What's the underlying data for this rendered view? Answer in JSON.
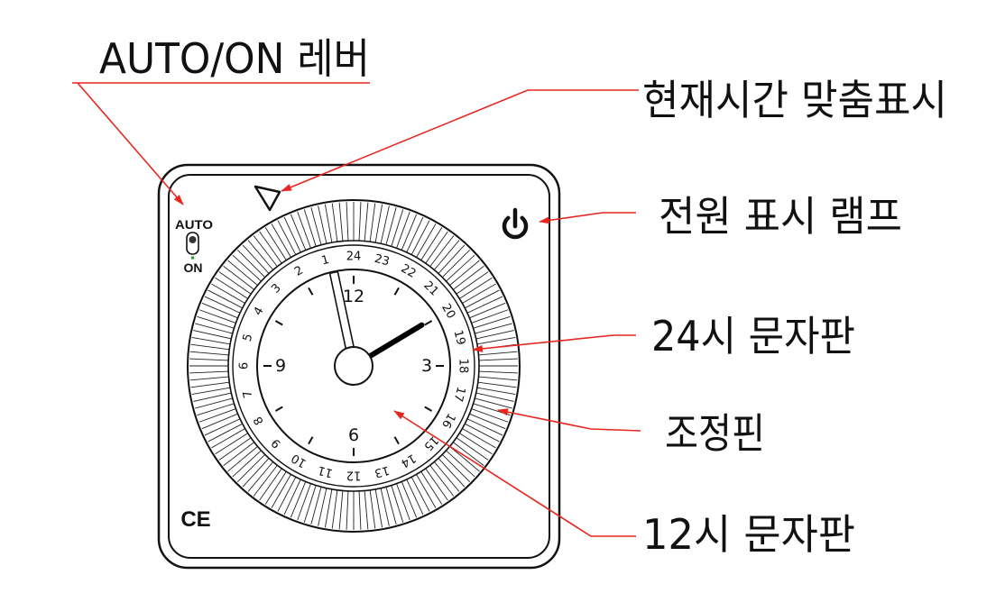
{
  "labels": {
    "auto_on_lever": "AUTO/ON 레버",
    "current_time_mark": "현재시간 맞춤표시",
    "power_lamp": "전원 표시 램프",
    "dial_24h": "24시 문자판",
    "adjust_pins": "조정핀",
    "dial_12h": "12시 문자판"
  },
  "device": {
    "auto_text": "AUTO",
    "on_text": "ON",
    "ce_mark": "CE",
    "icons": [
      "power-icon",
      "triangle-marker-icon",
      "lever-icon"
    ]
  },
  "dial_24h_numbers": [
    "24",
    "23",
    "22",
    "21",
    "20",
    "19",
    "18",
    "17",
    "16",
    "15",
    "14",
    "13",
    "12",
    "11",
    "10",
    "9",
    "8",
    "7",
    "6",
    "5",
    "4",
    "3",
    "2",
    "1"
  ],
  "dial_12h_numbers": [
    "12",
    "3",
    "6",
    "9"
  ],
  "displayed_time": {
    "hours": 1,
    "minutes": 58
  },
  "colors": {
    "leader_line": "#e8251f",
    "outline": "#111111",
    "hour_hand": "#000000",
    "lever_dot": "#2e9e3e"
  }
}
